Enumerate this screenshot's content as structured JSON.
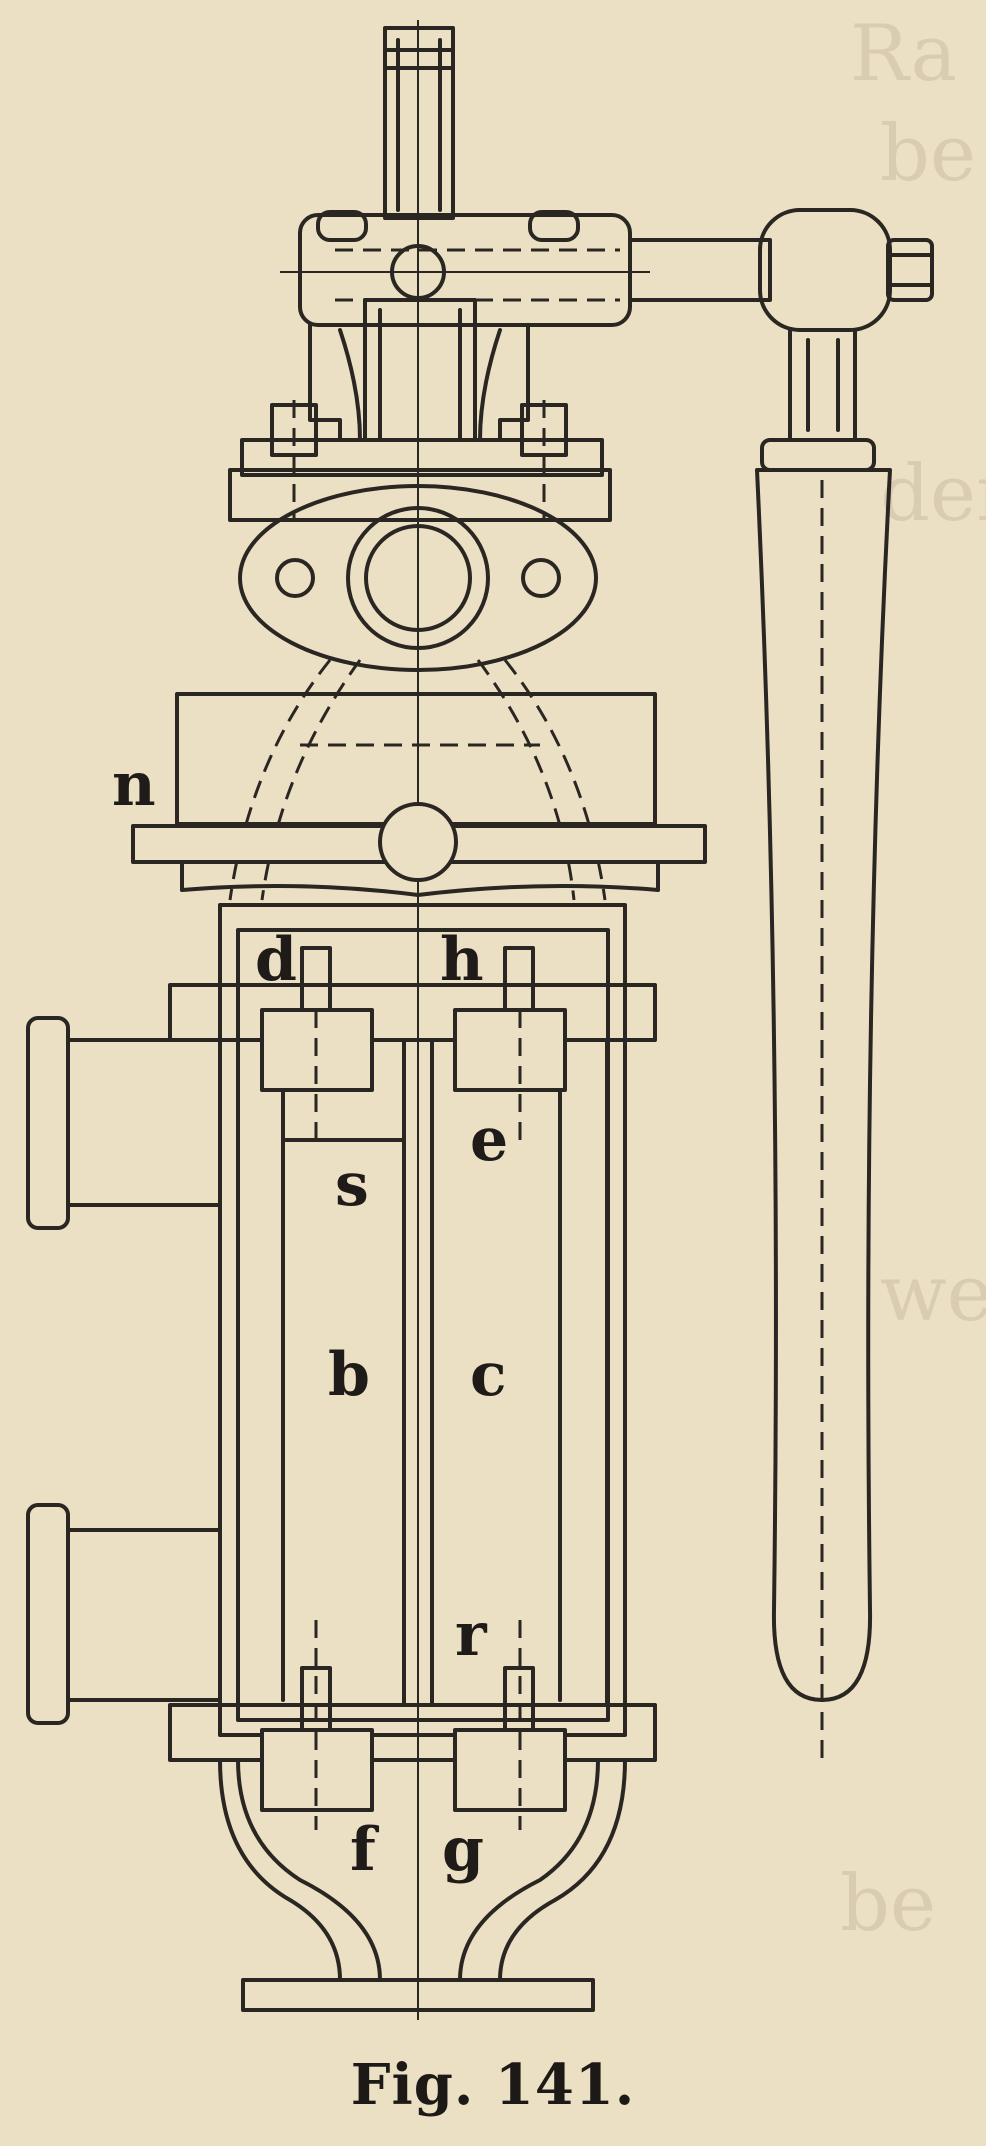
{
  "figure": {
    "caption": "Fig. 141.",
    "labels": {
      "n": "n",
      "d": "d",
      "h": "h",
      "e": "e",
      "s": "s",
      "b": "b",
      "c": "c",
      "r": "r",
      "f": "f",
      "g": "g"
    }
  }
}
